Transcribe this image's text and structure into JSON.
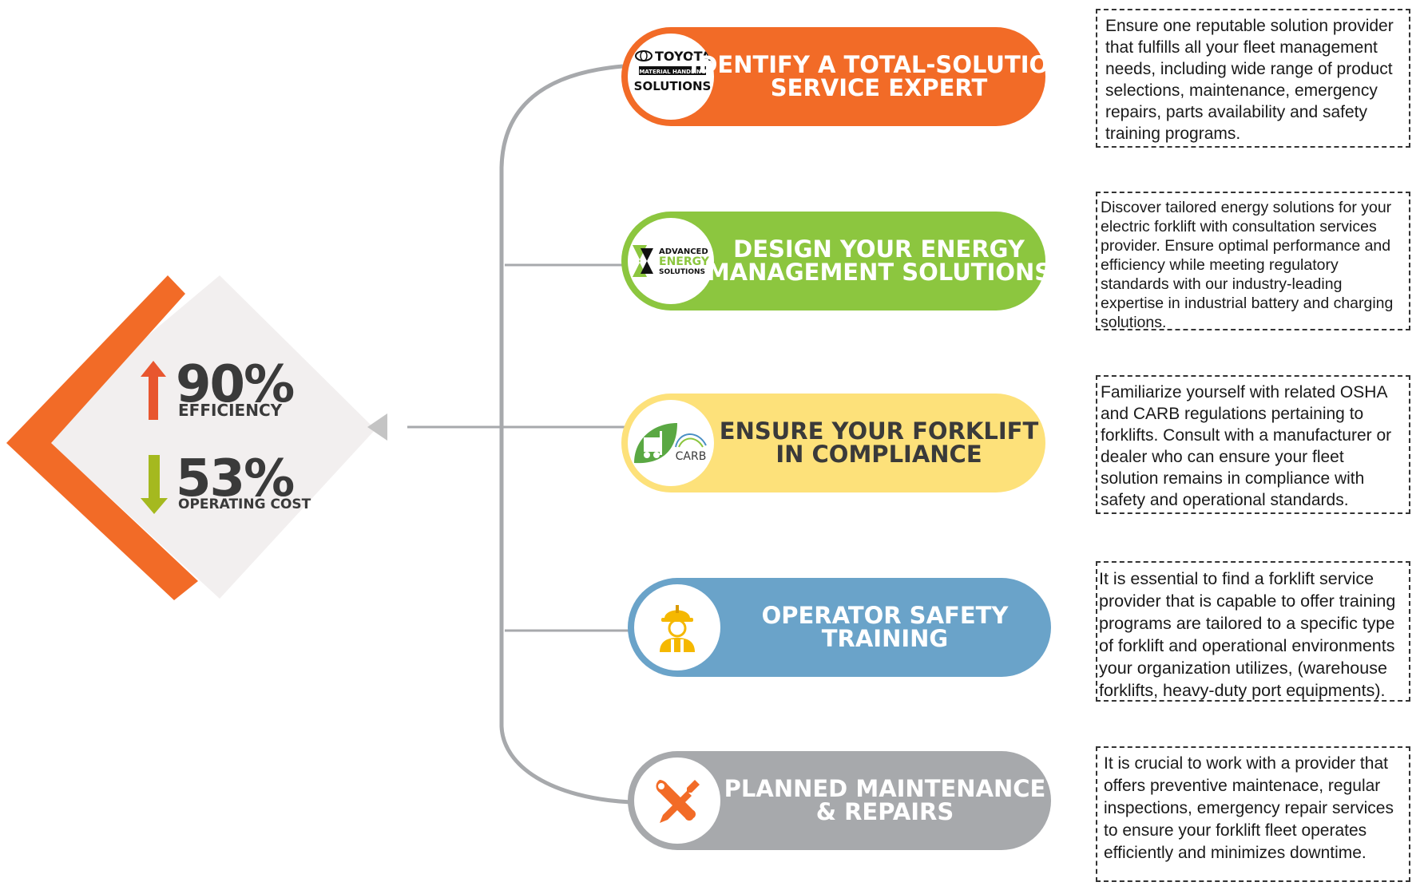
{
  "colors": {
    "orange": "#f26b27",
    "green": "#8cc63f",
    "yellow": "#fde17a",
    "blue": "#6aa3c9",
    "gray": "#a7a9ac",
    "connector": "#a7a9ac",
    "diamond_bg": "#f2efef",
    "arrow_up": "#e8562f",
    "arrow_down": "#a5b91f"
  },
  "stats": [
    {
      "value": "90%",
      "label": "EFFICIENCY",
      "direction": "up",
      "icon": "arrow-up-icon"
    },
    {
      "value": "53%",
      "label": "OPERATING COST",
      "direction": "down",
      "icon": "arrow-down-icon"
    }
  ],
  "steps": [
    {
      "title_line1": "IDENTIFY A TOTAL-SOLUTION",
      "title_line2": "SERVICE EXPERT",
      "color": "#f26b27",
      "text_color": "#ffffff",
      "icon": "toyota-logo-icon",
      "logo": {
        "brand": "TOYOTA",
        "subline": "MATERIAL HANDLING",
        "name": "SOLUTIONS"
      },
      "description": "Ensure one reputable solution provider that fulfills all your fleet management needs, including wide range of product selections, maintenance, emergency repairs, parts availability and safety training programs."
    },
    {
      "title_line1": "DESIGN YOUR ENERGY",
      "title_line2": "MANAGEMENT SOLUTIONS",
      "color": "#8cc63f",
      "text_color": "#ffffff",
      "icon": "advanced-energy-logo-icon",
      "logo": {
        "line1": "ADVANCED",
        "line2": "ENERGY",
        "line3": "SOLUTIONS"
      },
      "description": "Discover tailored energy solutions for your electric forklift with consultation services provider. Ensure optimal performance and efficiency while meeting regulatory standards with our industry-leading expertise in industrial battery and charging solutions."
    },
    {
      "title_line1": "ENSURE YOUR FORKLIFT",
      "title_line2": "IN COMPLIANCE",
      "color": "#fde17a",
      "text_color": "#3a3a3a",
      "icon": "carb-forklift-leaf-icon",
      "logo": {
        "name": "CARB"
      },
      "description": "Familiarize yourself with related OSHA and CARB regulations pertaining to forklifts. Consult with a manufacturer or dealer who can ensure your fleet solution remains in compliance with safety and operational standards."
    },
    {
      "title_line1": "OPERATOR SAFETY",
      "title_line2": "TRAINING",
      "color": "#6aa3c9",
      "text_color": "#ffffff",
      "icon": "hardhat-worker-icon",
      "description": "It is essential to find a forklift service provider that is capable to offer training programs are tailored to a specific type of forklift and operational environments your organization utilizes, (warehouse forklifts, heavy-duty port equipments)."
    },
    {
      "title_line1": "PLANNED MAINTENANCE",
      "title_line2": "& REPAIRS",
      "color": "#a7a9ac",
      "text_color": "#ffffff",
      "icon": "wrench-screwdriver-icon",
      "description": "It is crucial to work with a provider that offers preventive maintenace, regular inspections, emergency repair services to ensure your forklift fleet operates efficiently and minimizes downtime."
    }
  ]
}
